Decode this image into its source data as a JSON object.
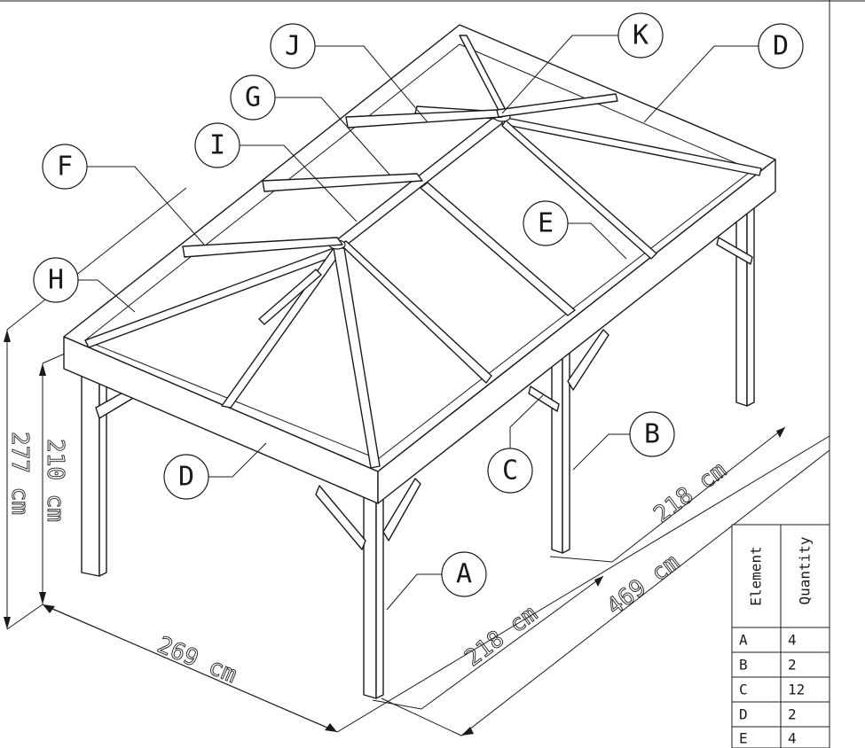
{
  "labels": [
    {
      "id": "J",
      "text": "J"
    },
    {
      "id": "K",
      "text": "K"
    },
    {
      "id": "D1",
      "text": "D"
    },
    {
      "id": "G",
      "text": "G"
    },
    {
      "id": "I",
      "text": "I"
    },
    {
      "id": "F",
      "text": "F"
    },
    {
      "id": "E",
      "text": "E"
    },
    {
      "id": "H",
      "text": "H"
    },
    {
      "id": "D2",
      "text": "D"
    },
    {
      "id": "B",
      "text": "B"
    },
    {
      "id": "C",
      "text": "C"
    },
    {
      "id": "A",
      "text": "A"
    }
  ],
  "dimensions": {
    "total_height": "277 cm",
    "post_height": "210 cm",
    "width": "269 cm",
    "depth_front": "218 cm",
    "depth_back": "218 cm",
    "length": "469 cm"
  },
  "table": {
    "col_element": "Element",
    "col_quantity": "Quantity",
    "rows": [
      {
        "element": "A",
        "quantity": "4"
      },
      {
        "element": "B",
        "quantity": "2"
      },
      {
        "element": "C",
        "quantity": "12"
      },
      {
        "element": "D",
        "quantity": "2"
      },
      {
        "element": "E",
        "quantity": "4"
      }
    ]
  }
}
